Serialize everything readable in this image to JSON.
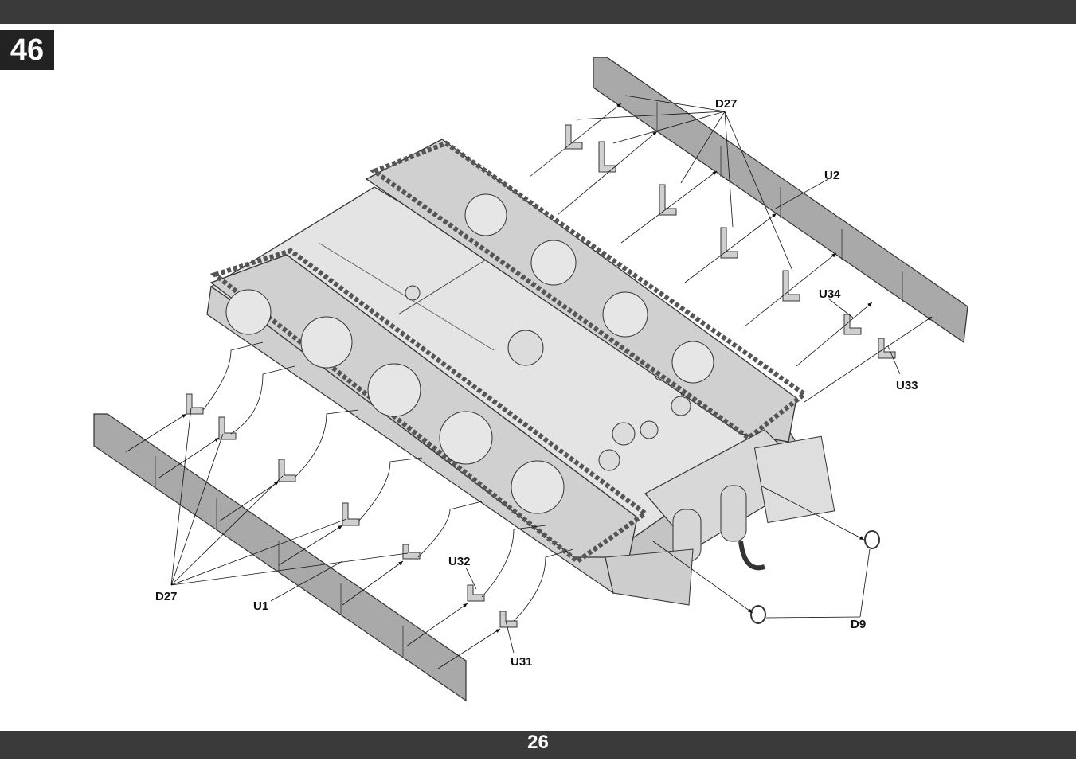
{
  "step": {
    "number": "46"
  },
  "page": {
    "number": "26"
  },
  "callouts": {
    "d27_top": "D27",
    "u2": "U2",
    "u34": "U34",
    "u33": "U33",
    "u32": "U32",
    "d27_bottom": "D27",
    "u1": "U1",
    "u31": "U31",
    "d9": "D9"
  },
  "colors": {
    "bar": "#3a3a3a",
    "badge": "#222222",
    "part_fill": "#d6d6d6",
    "plate_fill": "#a9a9a9",
    "outline": "#333333"
  }
}
